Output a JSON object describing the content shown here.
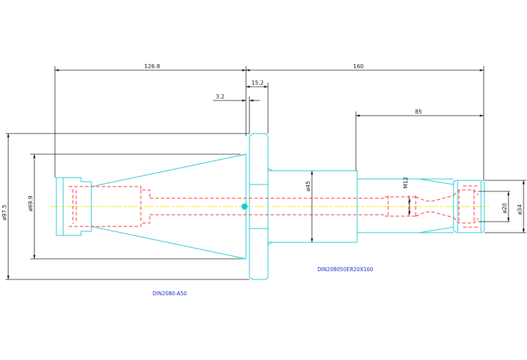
{
  "colors": {
    "outline": "#22c4d6",
    "hidden_lines": "#ff2a2a",
    "centerline": "#f2ea1a",
    "dimensions": "#111111",
    "labels": "#1a2fc9"
  },
  "dimensions": {
    "taper_length": "126.8",
    "total_length": "160",
    "flange_width": "15.2",
    "flange_offset": "3.2",
    "nose_length": "85",
    "flange_diameter": "ø97.5",
    "taper_diameter": "ø69.9",
    "body_diameter": "ø45",
    "thread": "M12",
    "collet_bore": "ø20",
    "collet_outer": "ø34"
  },
  "labels": {
    "arbor_part": "DIN2080-A50",
    "holder_part": "DIN208050ER20X160"
  }
}
